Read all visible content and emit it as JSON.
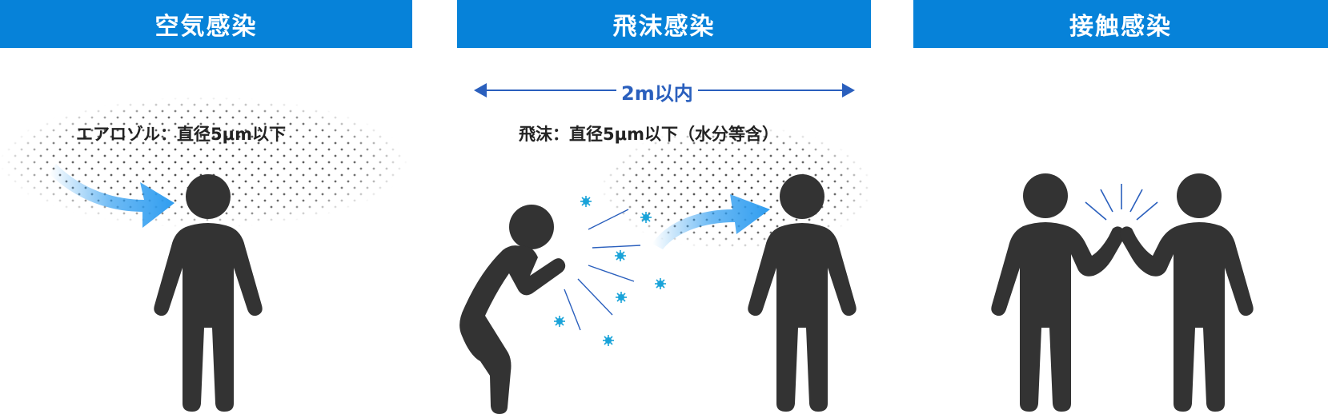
{
  "panels": [
    {
      "title": "空気感染",
      "annotation": "エアロゾル：直径5μm以下"
    },
    {
      "title": "飛沫感染",
      "distance": "2m以内",
      "annotation": "飛沫：直径5μm以下（水分等含）"
    },
    {
      "title": "接触感染"
    }
  ],
  "colors": {
    "header": "#0682d9",
    "figure": "#333333",
    "arrow": "#2f9df0",
    "droplet": "#1aa3d9",
    "distance": "#2a5fbd"
  }
}
